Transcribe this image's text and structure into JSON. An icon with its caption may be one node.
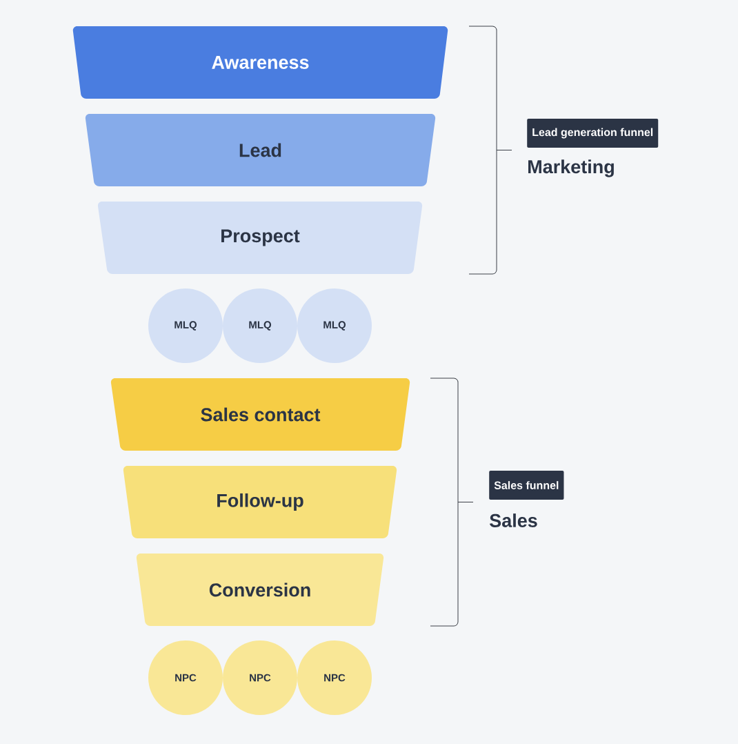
{
  "diagram": {
    "nodes": [
      {
        "text": [
          "Awareness"
        ]
      },
      {
        "text": [
          "Lead"
        ]
      },
      {
        "text": [
          "Prospect"
        ]
      },
      {
        "text": [
          "MLQ"
        ]
      },
      {
        "text": [
          "MLQ"
        ]
      },
      {
        "text": [
          "MLQ"
        ]
      },
      {
        "text": [
          "Sales contact"
        ]
      },
      {
        "text": [
          "Follow-up"
        ]
      },
      {
        "text": [
          "Conversion"
        ]
      },
      {
        "text": [
          "NPC"
        ]
      },
      {
        "text": [
          "NPC"
        ]
      },
      {
        "text": [
          "NPC"
        ]
      },
      {
        "text": [
          "Lead generation funnel"
        ],
        "beside": [
          "Marketing"
        ]
      },
      {
        "text": [
          "Sales funnel"
        ],
        "beside": [
          "Sales"
        ]
      }
    ]
  }
}
